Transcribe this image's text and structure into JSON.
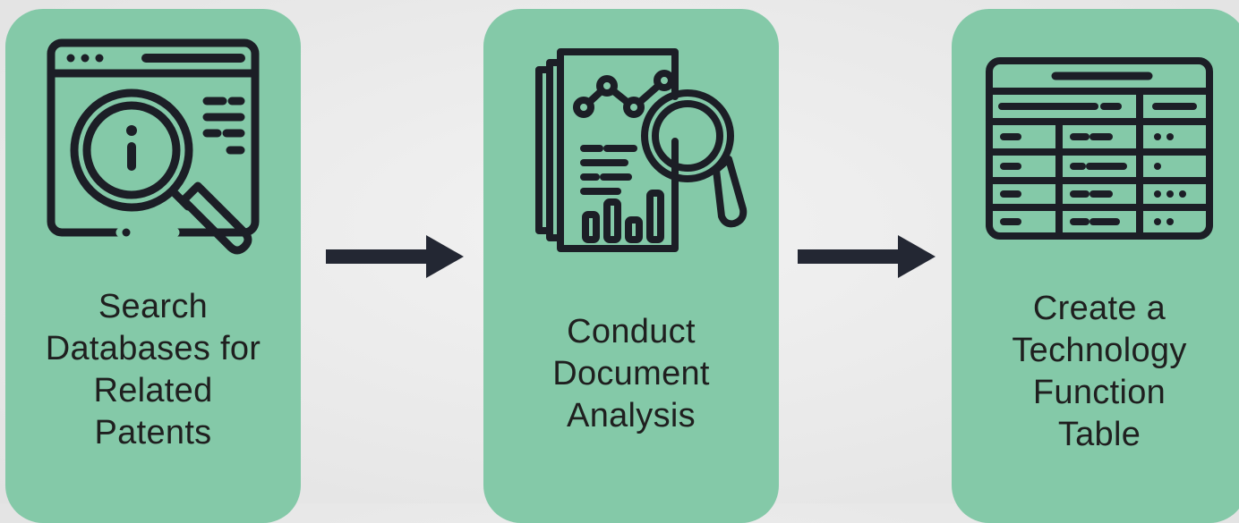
{
  "theme": {
    "card_color": "#84c9a8",
    "icon_color": "#1c1e26",
    "arrow_color": "#232733",
    "text_color": "#1f1f1f"
  },
  "steps": [
    {
      "icon": "search-database-icon",
      "label_lines": [
        "Search",
        "Databases for",
        "Related",
        "Patents"
      ]
    },
    {
      "icon": "document-analysis-icon",
      "label_lines": [
        "Conduct",
        "Document",
        "Analysis"
      ]
    },
    {
      "icon": "table-icon",
      "label_lines": [
        "Create a",
        "Technology",
        "Function",
        "Table"
      ]
    }
  ],
  "arrows": [
    {
      "icon": "arrow-right-icon"
    },
    {
      "icon": "arrow-right-icon"
    }
  ]
}
